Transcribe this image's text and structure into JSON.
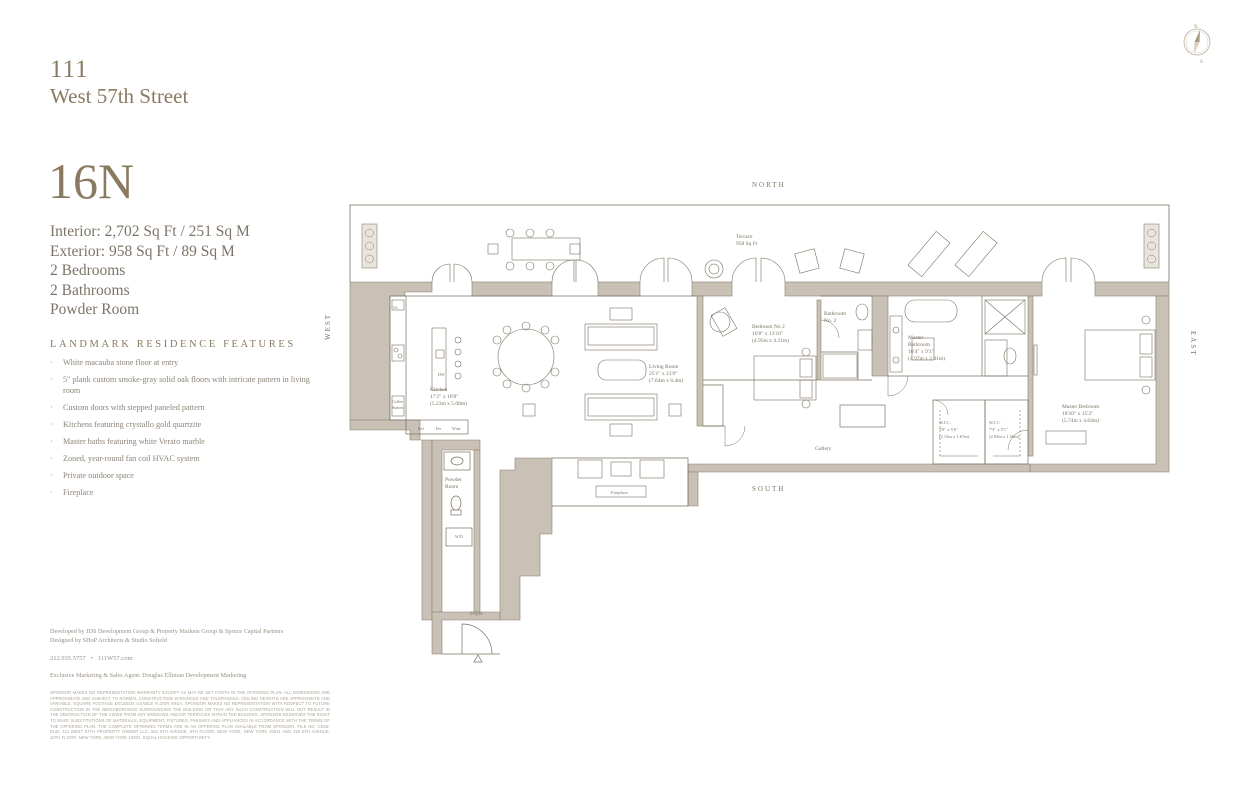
{
  "header": {
    "building_number": "111",
    "building_street": "West 57th Street",
    "unit": "16N"
  },
  "specs": {
    "interior": "Interior: 2,702 Sq Ft / 251 Sq M",
    "exterior": "Exterior: 958 Sq Ft / 89 Sq M",
    "bedrooms": "2 Bedrooms",
    "bathrooms": "2 Bathrooms",
    "powder": "Powder Room"
  },
  "features": {
    "title": "LANDMARK RESIDENCE FEATURES",
    "items": [
      "White macauba stone floor at entry",
      "5\" plank custom smoke-gray solid oak floors with intricate pattern in living room",
      "Custom doors with stepped paneled pattern",
      "Kitchens featuring crystallo gold quartzite",
      "Master baths featuring white Verato marble",
      "Zoned, year-round fan coil HVAC system",
      "Private outdoor space",
      "Fireplace"
    ]
  },
  "credits": {
    "developers": "Developed by JDS Development Group & Property Markets Group & Spruce Capital Partners",
    "designers": "Designed by SHoP Architects & Studio Sofield",
    "phone": "212.935.5757",
    "separator": "•",
    "website": "111W57.com",
    "marketing": "Exclusive Marketing & Sales Agent: Douglas Elliman Development Marketing"
  },
  "compass": {
    "north": "N",
    "south": "S"
  },
  "plan": {
    "directions": {
      "north": "NORTH",
      "south": "SOUTH",
      "east": "EAST",
      "west": "WEST"
    },
    "rooms": {
      "terrace_name": "Terrace",
      "terrace_area": "958 Sq Ft",
      "bedroom2_name": "Bedroom No 2",
      "bedroom2_dim1": "16'8\" x 13'10\"",
      "bedroom2_dim2": "(4.95m x 4.21m)",
      "bathroom2_name": "Bathroom",
      "bathroom2_num": "No. 2",
      "master_bath_name": "Master",
      "master_bath_name2": "Bathroom",
      "master_bath_dim1": "16'4\" x 9'3\"",
      "master_bath_dim2": "(4.97m x 2.81m)",
      "master_bed_name": "Master Bedroom",
      "master_bed_dim1": "18'10\" x 15'3\"",
      "master_bed_dim2": "(5.74m x 4.64m)",
      "living_name": "Living Room",
      "living_dim1": "25'1\" x 21'0\"",
      "living_dim2": "(7.64m x 6.4m)",
      "kitchen_name": "Kitchen",
      "kitchen_dim1": "17'2\" x 16'8\"",
      "kitchen_dim2": "(5.23m x 5.08m)",
      "gallery": "Gallery",
      "fireplace": "Fireplace",
      "powder_name": "Powder",
      "powder_name2": "Room",
      "foyer": "Foyer",
      "wic1_name": "W.I.C.",
      "wic1_dim1": "7'0\" x 5'6\"",
      "wic1_dim2": "(2.13m x 1.67m)",
      "wic2_name": "W.I.C.",
      "wic2_dim1": "7'3\" x 5'1\"",
      "wic2_dim2": "(2.03m x 1.56m)",
      "ov": "Ov",
      "ref": "Ref",
      "fre": "Fre",
      "wine": "Wine",
      "dw": "DW",
      "coffee": "Coffee",
      "coffee2": "Station",
      "wd": "W/D"
    }
  }
}
